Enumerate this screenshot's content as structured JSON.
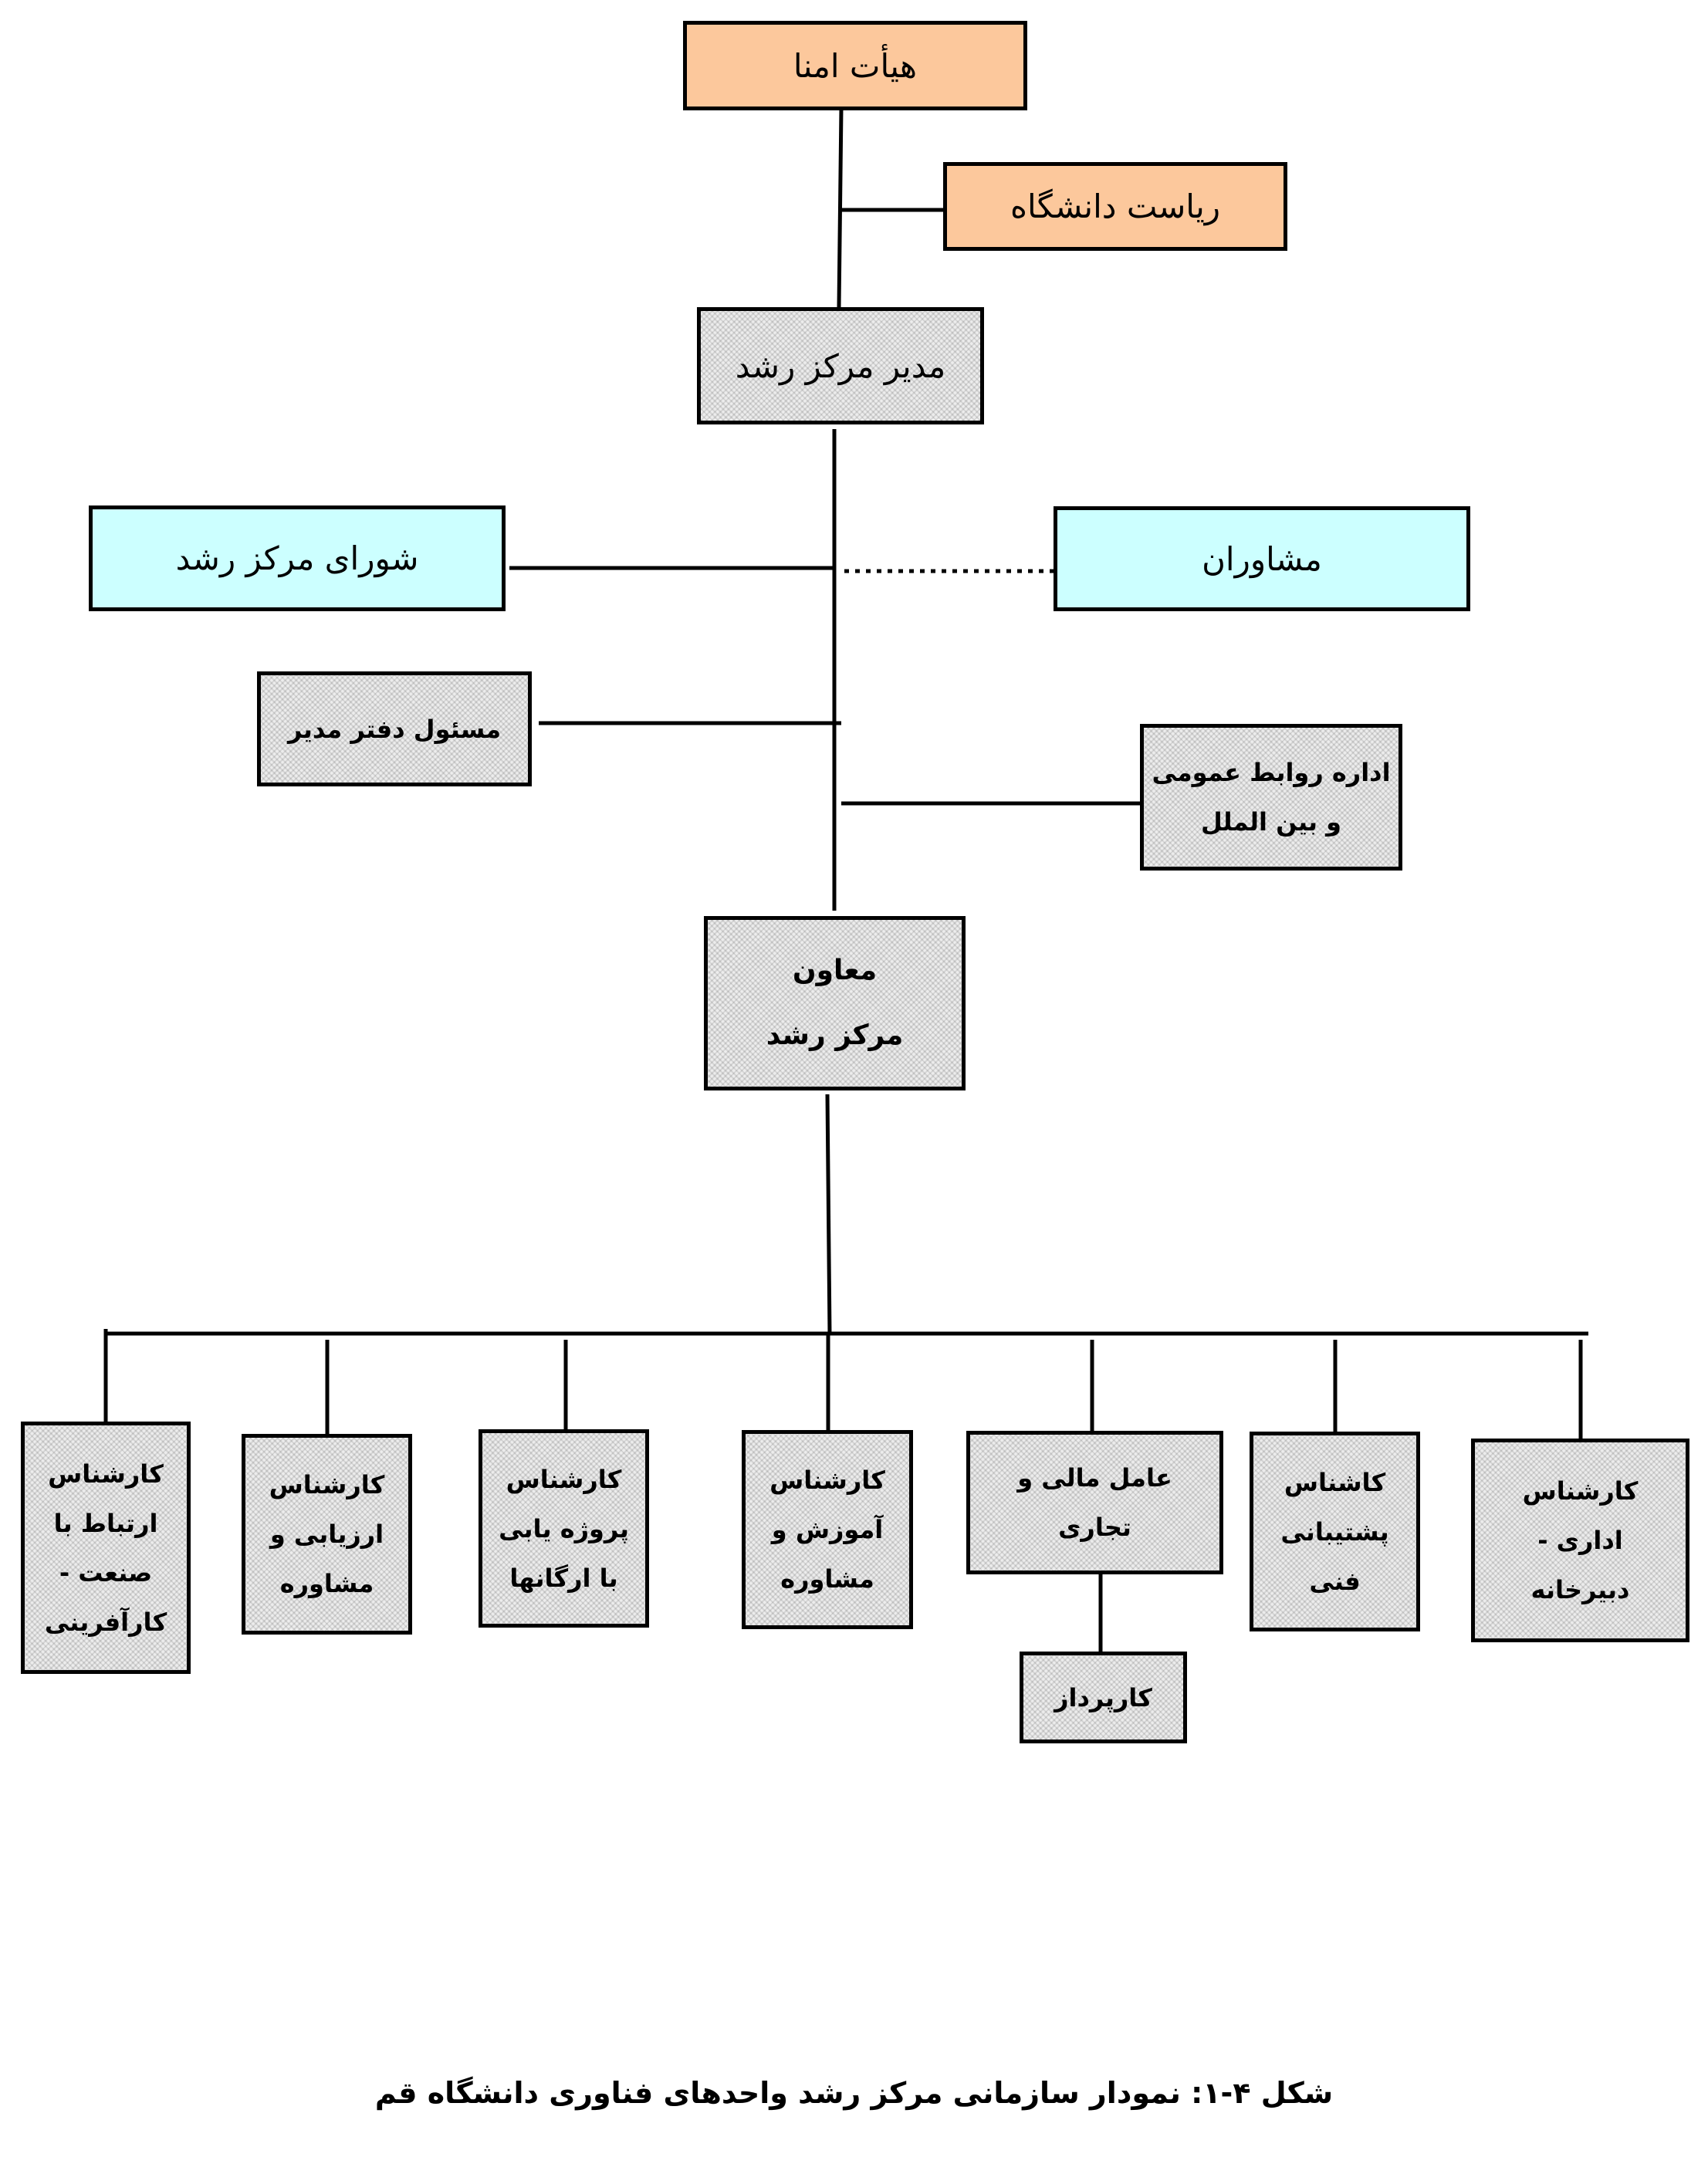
{
  "nodes": {
    "board_of_trustees": "هیأت امنا",
    "university_presidency": "ریاست دانشگاه",
    "center_director": "مدیر مرکز رشد",
    "center_council": "شورای مرکز رشد",
    "advisors": "مشاوران",
    "director_office_head": "مسئول دفتر مدیر",
    "public_relations": [
      "اداره روابط عمومی",
      "و بین الملل"
    ],
    "deputy": [
      "معاون",
      "مرکز رشد"
    ],
    "experts": [
      {
        "key": "industry_relations",
        "lines": [
          "کارشناس",
          "ارتباط با",
          "صنعت -",
          "کارآفرینی"
        ]
      },
      {
        "key": "evaluation",
        "lines": [
          "کارشناس",
          "ارزیابی و",
          "مشاوره"
        ]
      },
      {
        "key": "project_finding",
        "lines": [
          "کارشناس",
          "پروژه یابی",
          "با ارگانها"
        ]
      },
      {
        "key": "training",
        "lines": [
          "کارشناس",
          "آموزش و",
          "مشاوره"
        ]
      },
      {
        "key": "finance",
        "lines": [
          "عامل مالی و",
          "تجاری"
        ]
      },
      {
        "key": "technical_support",
        "lines": [
          "کاشناس",
          "پشتیبانی",
          "فنی"
        ]
      },
      {
        "key": "administrative",
        "lines": [
          "کارشناس",
          "اداری -",
          "دبیرخانه"
        ]
      }
    ],
    "procurement": "کارپرداز"
  },
  "caption": "شکل ۴-۱:  نمودار سازمانی مرکز رشد واحدهای فناوری دانشگاه قم",
  "colors": {
    "top_boxes": "#fcc89c",
    "council_boxes": "#ccffff",
    "staff_boxes": "#ededed"
  }
}
